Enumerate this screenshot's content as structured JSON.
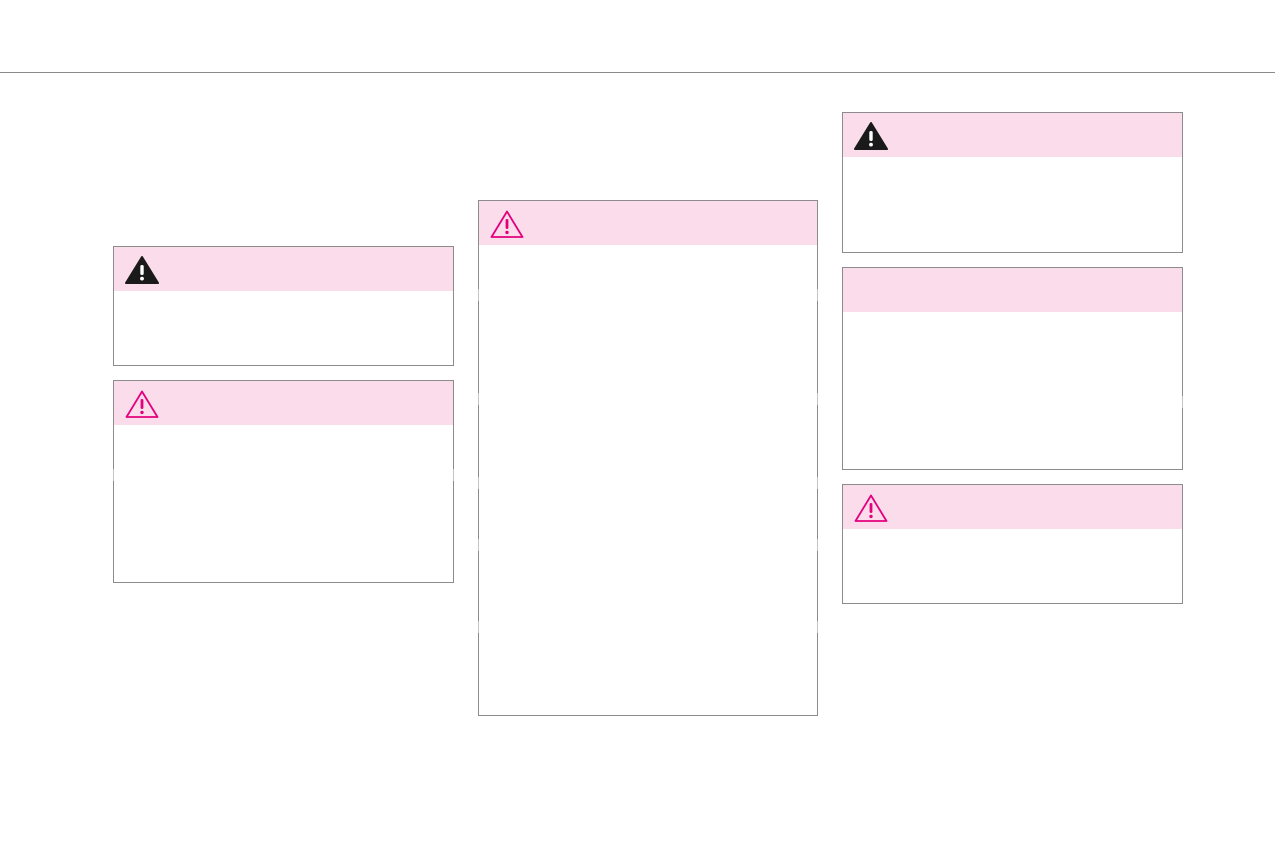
{
  "colors": {
    "header_fill": "#fbdcea",
    "border": "#8c8c8c",
    "caution_icon": "#e3007e",
    "warning_icon": "#1a1a1a"
  },
  "boxes": [
    {
      "id": "col1-warning",
      "icon": "warning-filled-icon"
    },
    {
      "id": "col1-caution",
      "icon": "caution-outline-icon"
    },
    {
      "id": "col2-caution",
      "icon": "caution-outline-icon"
    },
    {
      "id": "col3-warning",
      "icon": "warning-filled-icon"
    },
    {
      "id": "col3-note",
      "icon": ""
    },
    {
      "id": "col3-caution",
      "icon": "caution-outline-icon"
    }
  ]
}
